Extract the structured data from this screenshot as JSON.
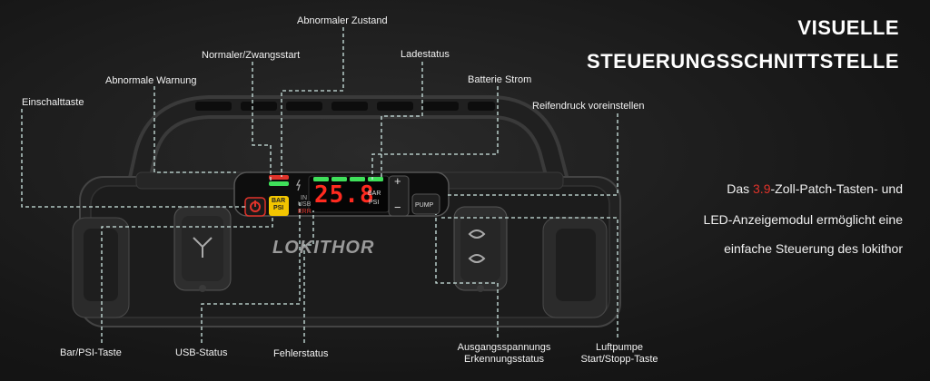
{
  "title": {
    "line1": "VISUELLE",
    "line2": "STEUERUNGSSCHNITTSTELLE"
  },
  "description": {
    "line1_before": "Das ",
    "line1_highlight": "3.9",
    "line1_after": "-Zoll-Patch-Tasten- und",
    "line2": "LED-Anzeigemodul ermöglicht eine",
    "line3": "einfache Steuerung des lokithor"
  },
  "labels": {
    "abnormaler_zustand": "Abnormaler Zustand",
    "normal_zwangsstart": "Normaler/Zwangsstart",
    "ladestatus": "Ladestatus",
    "batterie_strom": "Batterie Strom",
    "abnormale_warnung": "Abnormale Warnung",
    "einschalttaste": "Einschalttaste",
    "reifendruck": "Reifendruck voreinstellen",
    "bar_psi_taste": "Bar/PSI-Taste",
    "usb_status": "USB-Status",
    "fehlerstatus": "Fehlerstatus",
    "ausgang_line1": "Ausgangsspannungs",
    "ausgang_line2": "Erkennungsstatus",
    "luftpumpe_line1": "Luftpumpe",
    "luftpumpe_line2": "Start/Stopp-Taste"
  },
  "device": {
    "display_value": "25.8",
    "unit_bar": "BAR",
    "unit_psi": "PSI",
    "indicator_in": "IN",
    "indicator_usb": "USB",
    "indicator_err": "ERR",
    "bar_psi_button_line1": "BAR",
    "bar_psi_button_line2": "PSI",
    "pump_button": "PUMP",
    "plus": "+",
    "minus": "−",
    "brand": "LOKITHOR",
    "battery_segments": 4
  },
  "colors": {
    "accent_red": "#e0332a",
    "display_red": "#ff2a1f",
    "battery_green": "#3fe05a",
    "button_yellow": "#f2c500",
    "leader_line": "#cfe8e3"
  }
}
